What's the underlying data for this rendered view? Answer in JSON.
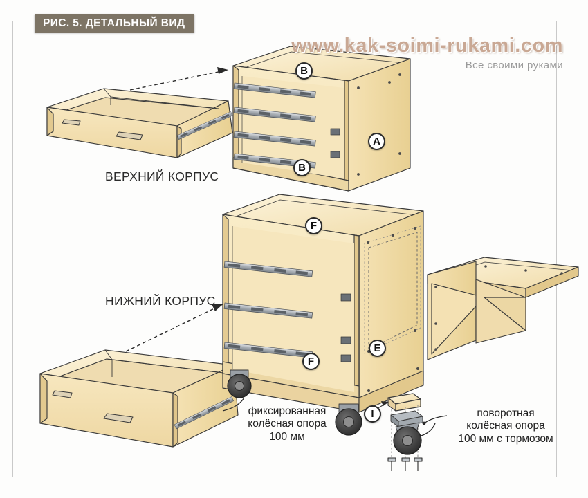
{
  "figure": {
    "title": "РИС. 5. ДЕТАЛЬНЫЙ ВИД",
    "watermark": "www.kak-soimi-rukami.com",
    "watermark_sub": "Все своими руками"
  },
  "labels": {
    "upper_case": "ВЕРХНИЙ КОРПУС",
    "lower_case": "НИЖНИЙ КОРПУС"
  },
  "notes": {
    "fixed_caster": "фиксированная\nколёсная опора\n100 мм",
    "swivel_caster": "поворотная\nколёсная опора\n100 мм с тормозом"
  },
  "callouts": [
    {
      "id": "b-top",
      "letter": "B"
    },
    {
      "id": "a-side",
      "letter": "A"
    },
    {
      "id": "b-bottom",
      "letter": "B"
    },
    {
      "id": "f-top",
      "letter": "F"
    },
    {
      "id": "e-side",
      "letter": "E"
    },
    {
      "id": "f-bottom",
      "letter": "F"
    },
    {
      "id": "i-caster",
      "letter": "I"
    }
  ],
  "colors": {
    "wood_face": "#f2dcae",
    "wood_light": "#faeecd",
    "wood_edge": "#e0c68c",
    "wood_shadow": "#e6cf9f",
    "title_bar": "#7d7465",
    "watermark": "#c9a894",
    "outline": "#3a3a3a",
    "slide_metal": "#b9bcc0",
    "caster_dark": "#3d3d3d"
  }
}
